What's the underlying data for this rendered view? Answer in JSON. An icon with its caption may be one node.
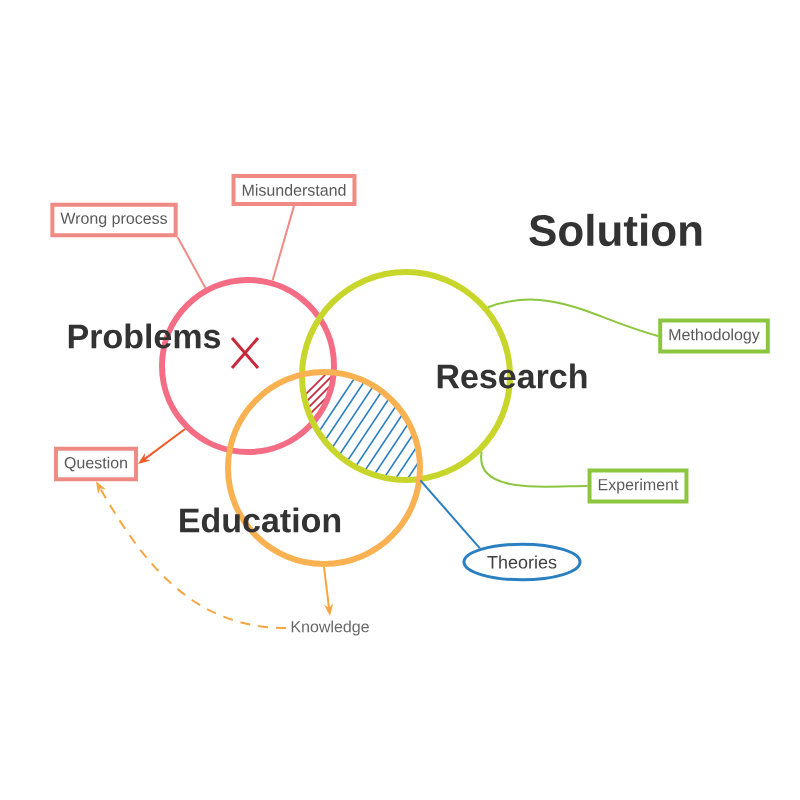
{
  "diagram": {
    "title": "Solution",
    "nodes": [
      {
        "text": [
          "Problems"
        ]
      },
      {
        "text": [
          "Research"
        ]
      },
      {
        "text": [
          "Education"
        ]
      },
      {
        "text": [
          "Wrong process"
        ]
      },
      {
        "text": [
          "Misunderstand"
        ]
      },
      {
        "text": [
          "Question"
        ]
      },
      {
        "text": [
          "Methodology"
        ]
      },
      {
        "text": [
          "Experiment"
        ]
      },
      {
        "text": [
          "Theories"
        ]
      },
      {
        "text": [
          "Knowledge"
        ]
      },
      {
        "text": [],
        "shape": "lens"
      }
    ],
    "edges": [
      {
        "from": 3,
        "to": 0,
        "arrow": "none",
        "color": "#f08a84"
      },
      {
        "from": 4,
        "to": 0,
        "arrow": "none",
        "color": "#f08a84"
      },
      {
        "from": 0,
        "to": 5,
        "arrow": "to",
        "color": "#f05a28"
      },
      {
        "from": 6,
        "to": 1,
        "arrow": "none",
        "color": "#8cc63f"
      },
      {
        "from": 7,
        "to": 1,
        "arrow": "none",
        "color": "#8cc63f"
      },
      {
        "from": 8,
        "to": 10,
        "arrow": "none",
        "color": "#2a7fc0"
      },
      {
        "from": 2,
        "to": 9,
        "arrow": "to",
        "color": "#f7a540"
      },
      {
        "from": 9,
        "to": 5,
        "arrow": "to",
        "style": "dashed",
        "color": "#f7a540"
      }
    ]
  }
}
